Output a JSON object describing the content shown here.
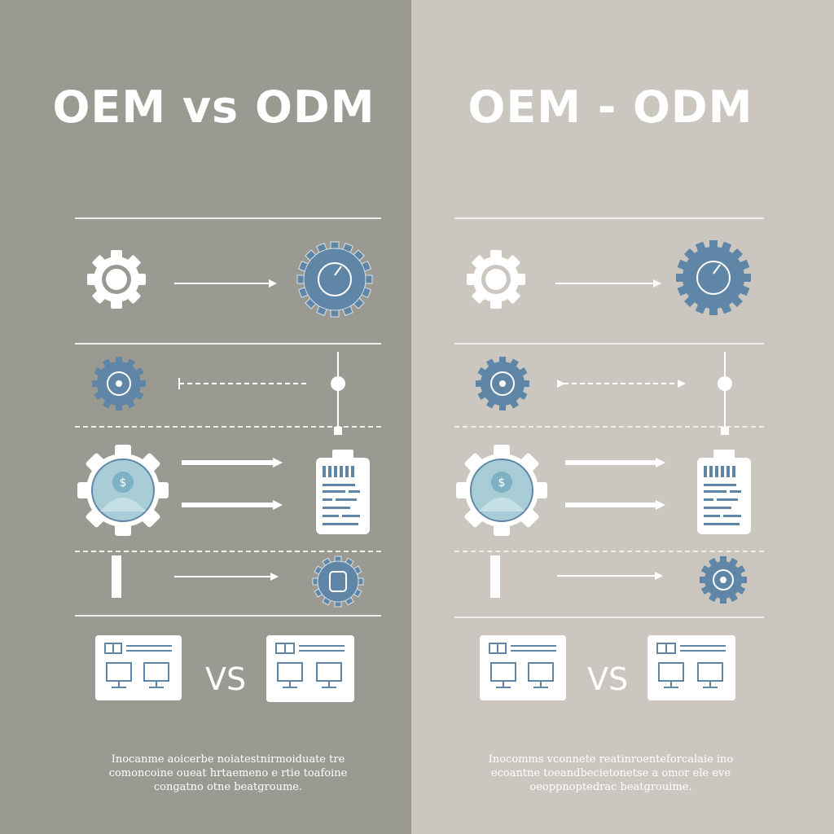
{
  "left": {
    "title": "OEM vs ODM",
    "vs_label": "VS",
    "caption_lines": [
      "Inocanme aoicerbe noiatestnirmoiduate tre",
      "comoncoine oueat hrtaemeno e rtie toafoine",
      "congatno otne beatgroume."
    ]
  },
  "right": {
    "title": "OEM - ODM",
    "vs_label": "VS",
    "caption_lines": [
      "Inocomms vconnete reatinroenteforcalaie ino",
      "ecoantne toeandbecietonetse a omor ele eve",
      "oeoppnoptedrac beatgrouime."
    ]
  },
  "colors": {
    "left_panel": "#9a9a93",
    "right_panel": "#cbc7c0",
    "accent_blue": "#5f86a6",
    "light_teal": "#a9cdd6",
    "white": "#ffffff"
  },
  "icons": [
    "white-gear-icon",
    "blue-gear-icon",
    "arrow-icon",
    "node-icon",
    "document-icon",
    "panel-card-icon",
    "person-gear-icon"
  ]
}
